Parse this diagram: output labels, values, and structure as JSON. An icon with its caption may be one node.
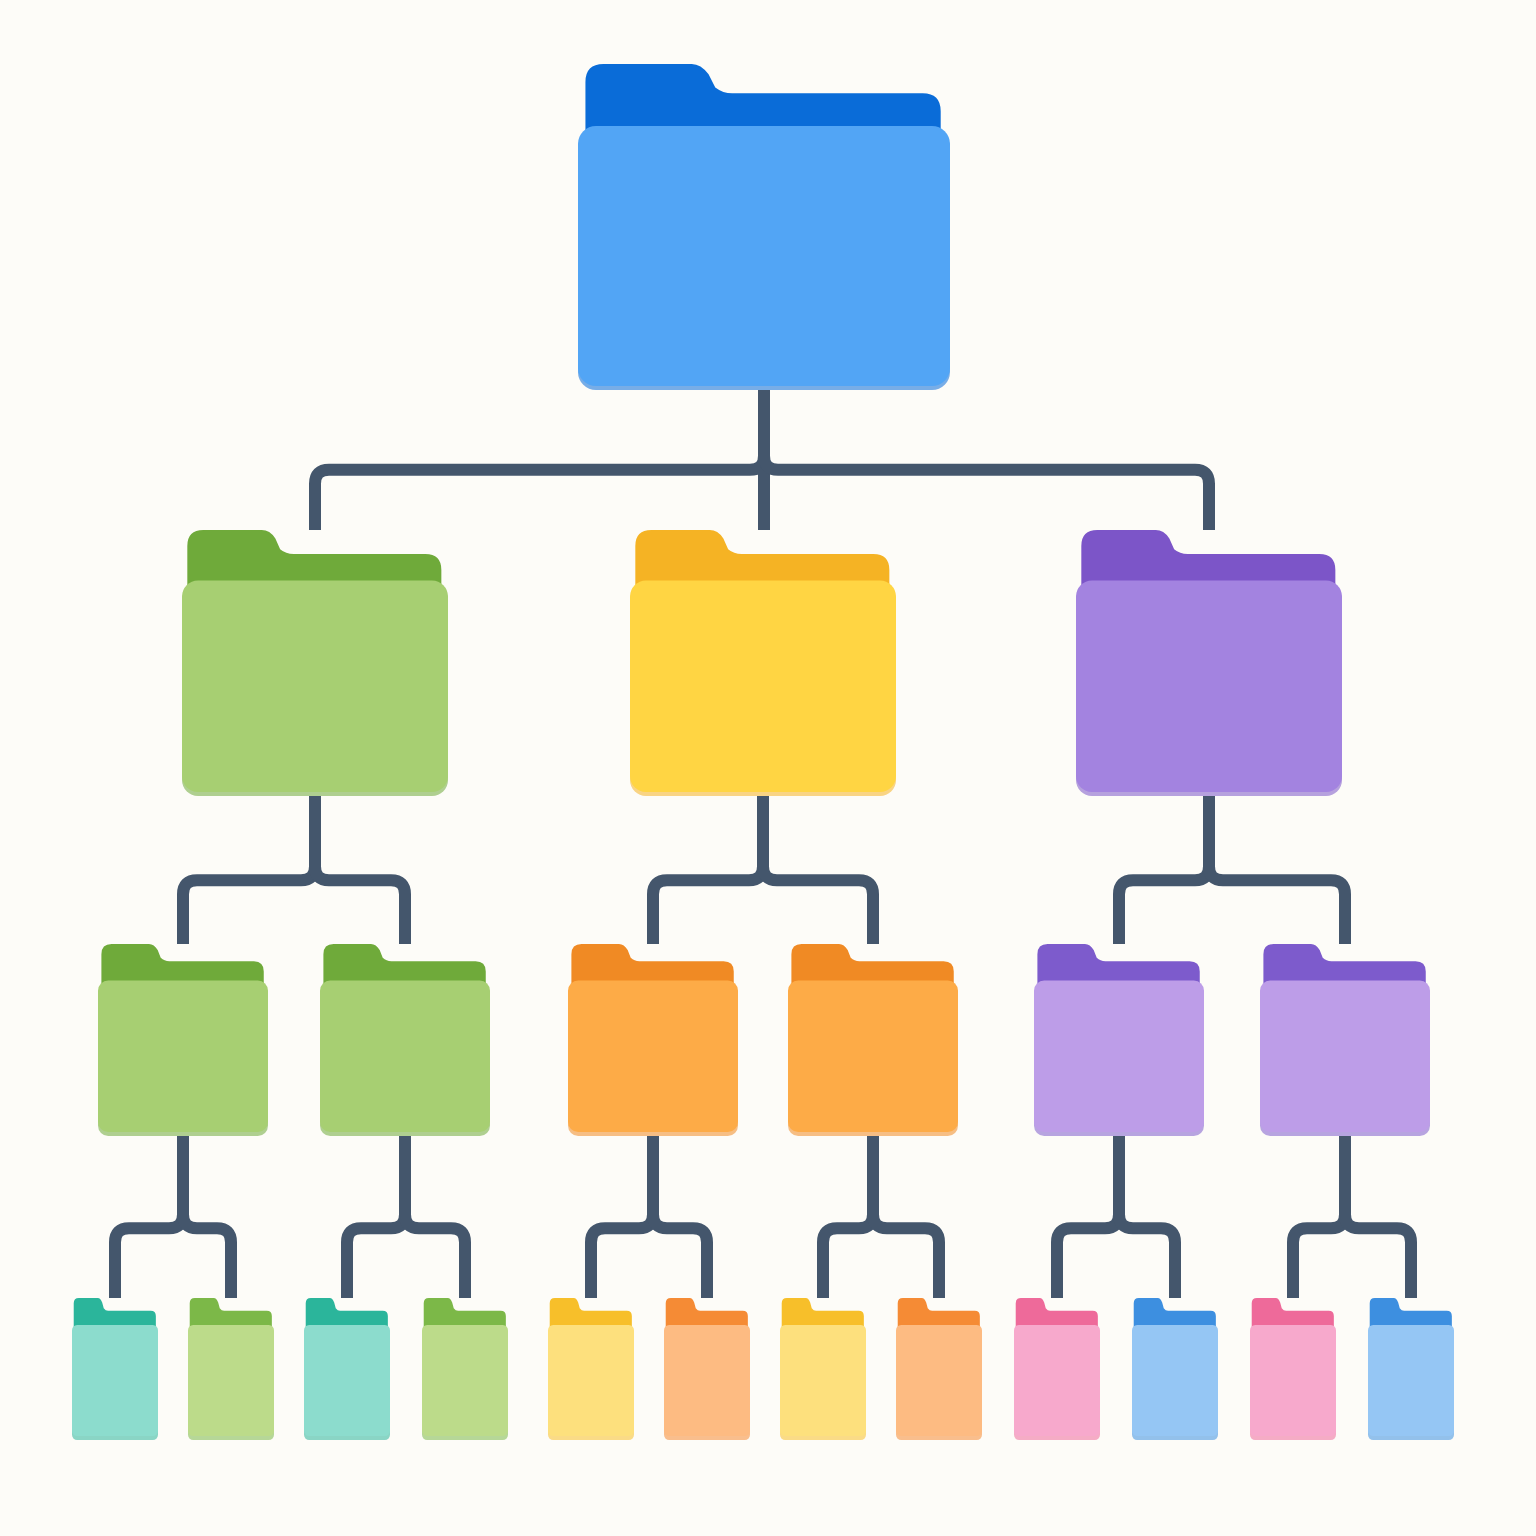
{
  "diagram": {
    "nodes": [
      {
        "text": [],
        "shape": "folder"
      },
      {
        "text": [],
        "shape": "folder"
      },
      {
        "text": [],
        "shape": "folder"
      },
      {
        "text": [],
        "shape": "folder"
      },
      {
        "text": [],
        "shape": "folder"
      },
      {
        "text": [],
        "shape": "folder"
      },
      {
        "text": [],
        "shape": "folder"
      },
      {
        "text": [],
        "shape": "folder"
      },
      {
        "text": [],
        "shape": "folder"
      },
      {
        "text": [],
        "shape": "folder"
      },
      {
        "text": [],
        "shape": "folder"
      },
      {
        "text": [],
        "shape": "folder"
      },
      {
        "text": [],
        "shape": "folder"
      },
      {
        "text": [],
        "shape": "folder"
      },
      {
        "text": [],
        "shape": "folder"
      },
      {
        "text": [],
        "shape": "folder"
      },
      {
        "text": [],
        "shape": "folder"
      },
      {
        "text": [],
        "shape": "folder"
      },
      {
        "text": [],
        "shape": "folder"
      },
      {
        "text": [],
        "shape": "folder"
      },
      {
        "text": [],
        "shape": "folder"
      },
      {
        "text": [],
        "shape": "folder"
      }
    ],
    "edges": [
      {
        "from": 0,
        "to": 1,
        "arrow": "none"
      },
      {
        "from": 0,
        "to": 2,
        "arrow": "none"
      },
      {
        "from": 0,
        "to": 3,
        "arrow": "none"
      },
      {
        "from": 1,
        "to": 4,
        "arrow": "none"
      },
      {
        "from": 1,
        "to": 5,
        "arrow": "none"
      },
      {
        "from": 2,
        "to": 6,
        "arrow": "none"
      },
      {
        "from": 2,
        "to": 7,
        "arrow": "none"
      },
      {
        "from": 3,
        "to": 8,
        "arrow": "none"
      },
      {
        "from": 3,
        "to": 9,
        "arrow": "none"
      },
      {
        "from": 4,
        "to": 10,
        "arrow": "none"
      },
      {
        "from": 4,
        "to": 11,
        "arrow": "none"
      },
      {
        "from": 5,
        "to": 12,
        "arrow": "none"
      },
      {
        "from": 5,
        "to": 13,
        "arrow": "none"
      },
      {
        "from": 6,
        "to": 14,
        "arrow": "none"
      },
      {
        "from": 6,
        "to": 15,
        "arrow": "none"
      },
      {
        "from": 7,
        "to": 16,
        "arrow": "none"
      },
      {
        "from": 7,
        "to": 17,
        "arrow": "none"
      },
      {
        "from": 8,
        "to": 18,
        "arrow": "none"
      },
      {
        "from": 8,
        "to": 19,
        "arrow": "none"
      },
      {
        "from": 9,
        "to": 20,
        "arrow": "none"
      },
      {
        "from": 9,
        "to": 21,
        "arrow": "none"
      }
    ]
  }
}
